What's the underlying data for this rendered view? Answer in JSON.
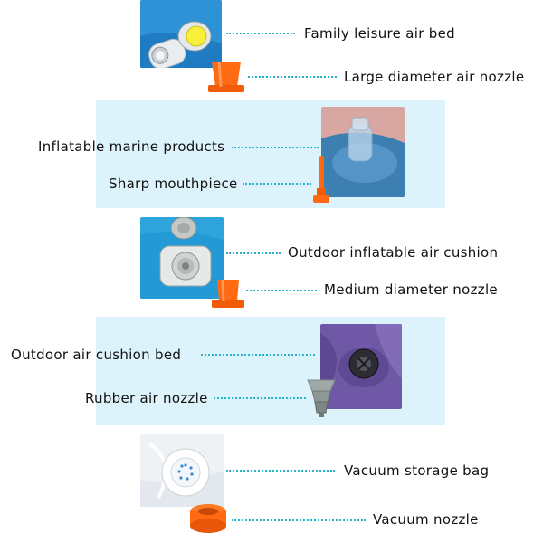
{
  "rows": [
    {
      "label": "Family leisure air bed",
      "icon": "air-bed-valve-icon"
    },
    {
      "label": "Large diameter air nozzle",
      "icon": "large-nozzle-icon"
    },
    {
      "label": "Inflatable marine products",
      "icon": "marine-valve-icon"
    },
    {
      "label": "Sharp mouthpiece",
      "icon": "sharp-mouthpiece-icon"
    },
    {
      "label": "Outdoor inflatable air cushion",
      "icon": "cushion-valve-icon"
    },
    {
      "label": "Medium diameter nozzle",
      "icon": "medium-nozzle-icon"
    },
    {
      "label": "Outdoor air cushion bed",
      "icon": "cushion-bed-valve-icon"
    },
    {
      "label": "Rubber air nozzle",
      "icon": "rubber-nozzle-icon"
    },
    {
      "label": "Vacuum storage bag",
      "icon": "vacuum-valve-icon"
    },
    {
      "label": "Vacuum nozzle",
      "icon": "vacuum-nozzle-icon"
    }
  ],
  "colors": {
    "band": "#ddf3fb",
    "leader": "#26b5c8",
    "nozzle_orange": "#ff6a13",
    "bed_blue": "#1d8fd6",
    "cushion_purple": "#6f59a6"
  }
}
